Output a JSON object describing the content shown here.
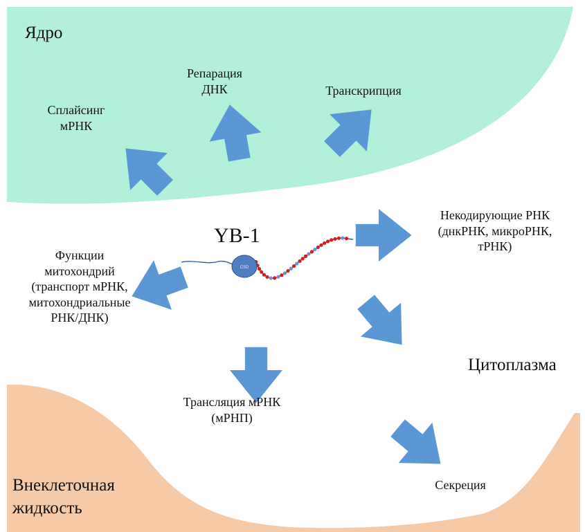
{
  "regions": {
    "nucleus": {
      "label": "Ядро",
      "color": "#b3f0d9"
    },
    "cytoplasm": {
      "label": "Цитоплазма",
      "color": "#ffffff"
    },
    "extracellular": {
      "label": "Внеклеточная\nжидкость",
      "color": "#f6caa6"
    }
  },
  "protein": {
    "name": "YB-1",
    "domain_label": "CSD",
    "domain_color": "#4f7fc0",
    "bead_colors": [
      "#d21f1f",
      "#6f8fcf"
    ]
  },
  "arrow_color": "#5b97d5",
  "functions": {
    "splicing": "Сплайсинг\nмРНК",
    "dna_repair": "Репарация\nДНК",
    "transcription": "Транскрипция",
    "noncoding_rna": "Некодирующие РНК\n(днкРНК, микроРНК,\nтРНК)",
    "mitochondria": "Функции\nмитохондрий\n(транспорт мРНК,\nмитохондриальные\nРНК/ДНК)",
    "translation": "Трансляция мРНК\n(мРНП)",
    "secretion": "Секреция"
  }
}
